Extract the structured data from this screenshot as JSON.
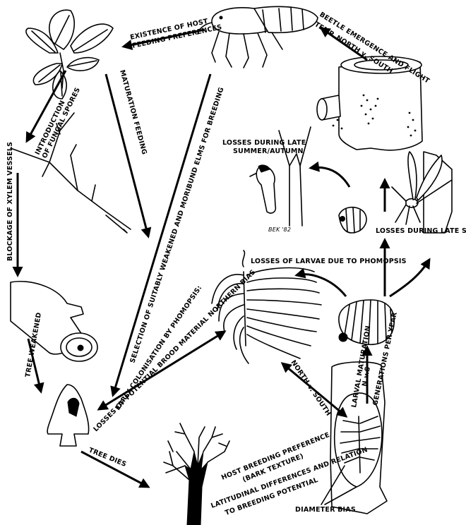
{
  "labels": {
    "existence": "EXISTENCE OF HOST",
    "feeding_prefs": "FEEDING PREFERENCES",
    "beetle_emergence": "BEETLE EMERGENCE AND FLIGHT",
    "temp_north_south": "TEMP. NORTH v. SOUTH",
    "intro_fungal_1": "INTRODUCTION",
    "intro_fungal_2": "OF FUNGAL SPORES",
    "maturation_feeding": "MATURATION FEEDING",
    "selection_breeding": "SELECTION OF SUITABLY WEAKENED AND MORIBUND ELMS FOR BREEDING",
    "blockage_xylem": "BLOCKAGE OF XYLEM VESSELS",
    "losses_late_summer_autumn_1": "LOSSES DURING LATE",
    "losses_late_summer_autumn_2": "SUMMER/AUTUMN",
    "losses_late_summer": "LOSSES DURING LATE SUMMER",
    "losses_larvae": "LOSSES OF LARVAE DUE TO PHOMOPSIS",
    "tree_weakened": "TREE WEAKENED",
    "early_colonisation_1": "EARLY COLONISATION BY PHOMOPSIS:",
    "early_colonisation_2": "LOSSES OF POTENTIAL BROOD MATERIAL NORTHERN BIAS",
    "north_south": "NORTH v. SOUTH",
    "larval_maturation": "LARVAL MATURATION",
    "n_v_s": "N.v.S",
    "generations": "GENERATIONS PER YEAR",
    "tree_dies": "TREE DIES",
    "host_breeding_1": "HOST BREEDING PREFERENCE",
    "host_breeding_2": "(BARK TEXTURE)",
    "latitudinal_1": "LATITUDINAL DIFFERENCES AND RELATION",
    "latitudinal_2": "TO BREEDING POTENTIAL",
    "diameter_bias": "DIAMETER BIAS",
    "signature": "BEK '82"
  },
  "icons": [
    "leaves-icon",
    "beetle-icon",
    "twig-icon",
    "log-icon",
    "branch-stub-icon",
    "woodpecker-icon",
    "larva-icon",
    "parasitoid-wasp-icon",
    "gallery-icon",
    "larva-large-icon",
    "weakened-tree-icon",
    "dead-tree-icon",
    "bark-gallery-icon"
  ]
}
